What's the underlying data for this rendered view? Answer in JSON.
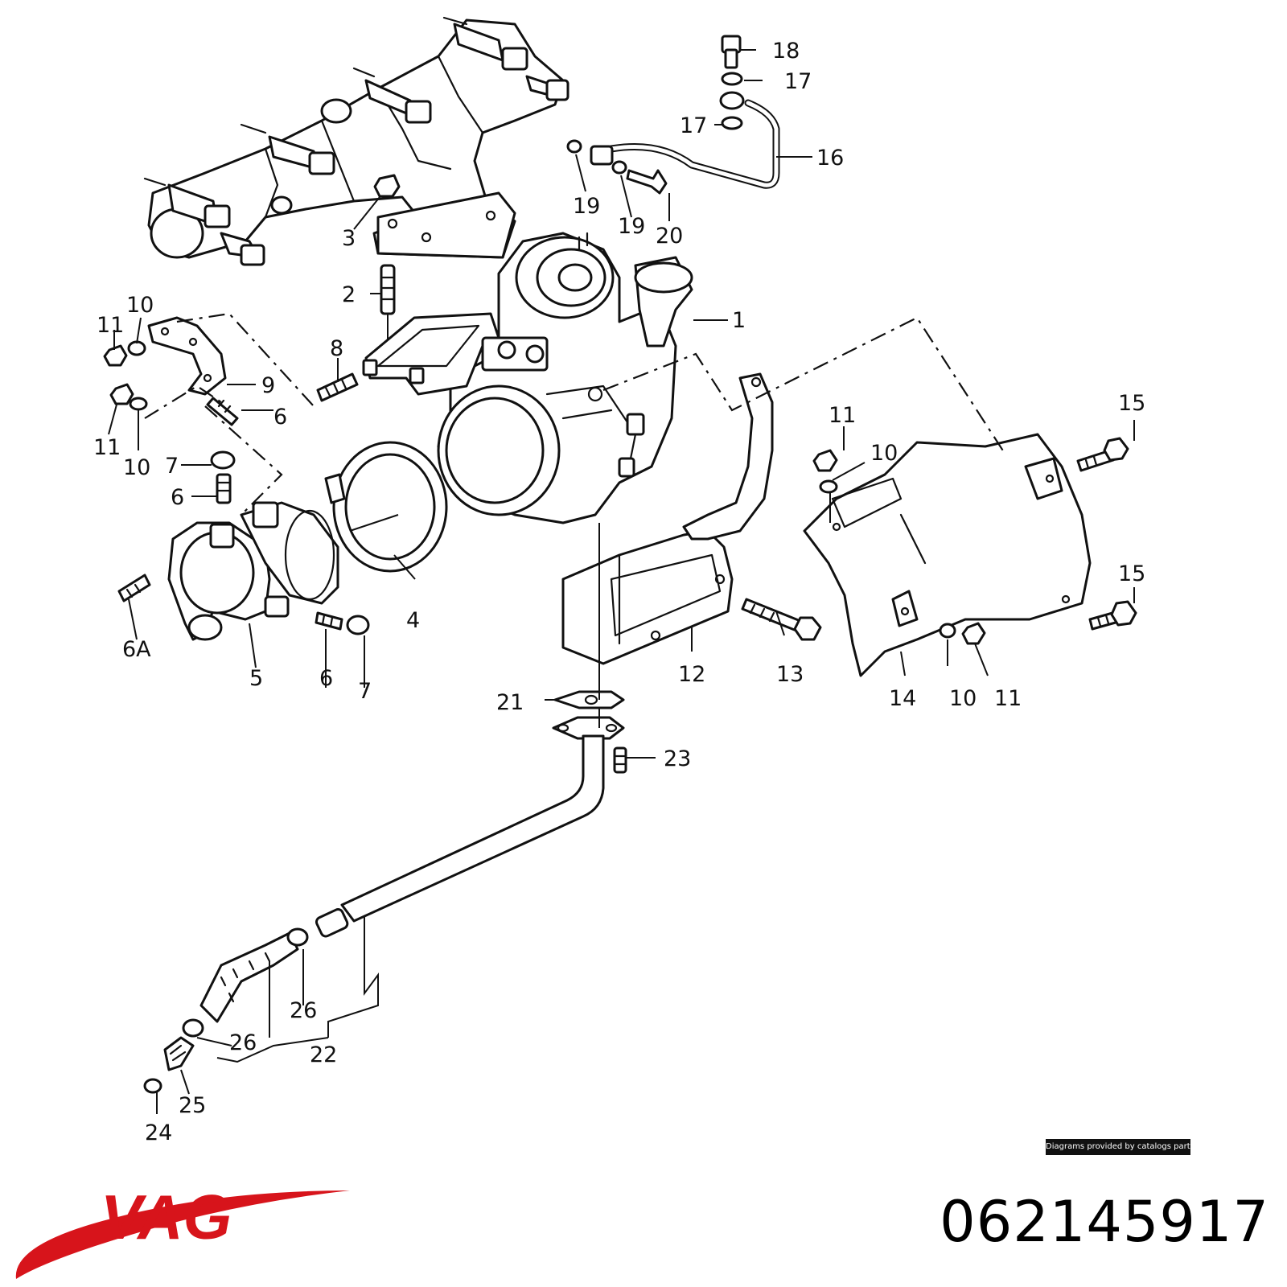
{
  "brand": {
    "name": "VAG",
    "color": "#d7141b"
  },
  "part_number": "062145917",
  "credit": "Diagrams provided by catalogs parts",
  "callouts": {
    "c1": "1",
    "c2": "2",
    "c3": "3",
    "c4": "4",
    "c5": "5",
    "c6": "6",
    "c6A": "6A",
    "c7": "7",
    "c8": "8",
    "c9": "9",
    "c10": "10",
    "c11": "11",
    "c12": "12",
    "c13": "13",
    "c14": "14",
    "c15": "15",
    "c16": "16",
    "c17": "17",
    "c18": "18",
    "c19": "19",
    "c20": "20",
    "c21": "21",
    "c22": "22",
    "c23": "23",
    "c24": "24",
    "c25": "25",
    "c26": "26"
  }
}
